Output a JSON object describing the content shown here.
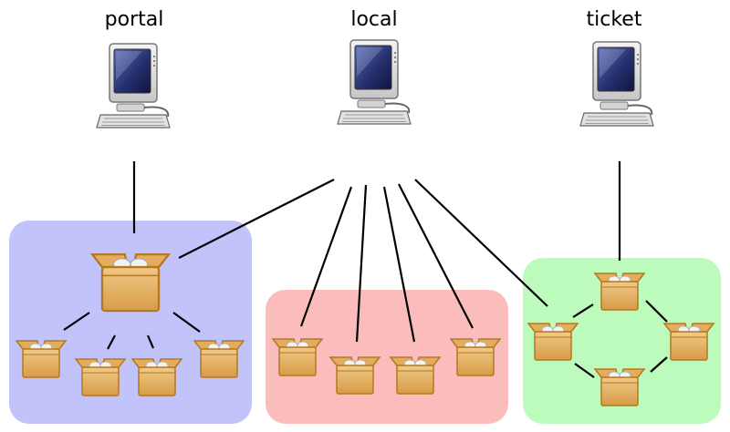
{
  "labels": {
    "left": "portal",
    "center": "local",
    "right": "ticket"
  },
  "colors": {
    "portal_group": "#c3c3fb",
    "local_group": "#fbbcbc",
    "ticket_group": "#bdfbbd",
    "line": "#000000",
    "box_body": "#e9b76b",
    "box_edge": "#b37922"
  },
  "icons": {
    "computer": "computer-icon",
    "package": "package-box-icon"
  }
}
